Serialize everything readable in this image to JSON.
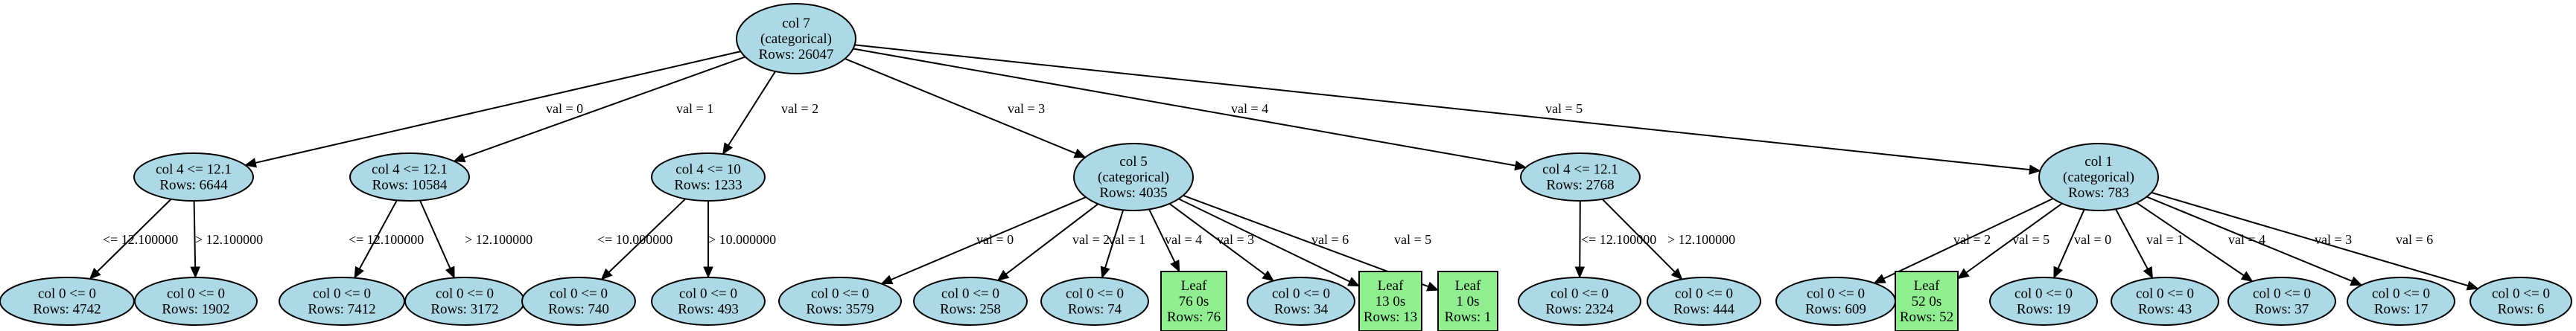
{
  "nodes": [
    {
      "id": "root",
      "shape": "ellipse",
      "lines": [
        "col 7",
        "(categorical)",
        "Rows: 26047"
      ]
    },
    {
      "id": "n1",
      "shape": "ellipse",
      "lines": [
        "col 4 <= 12.1",
        "Rows: 6644"
      ]
    },
    {
      "id": "n2",
      "shape": "ellipse",
      "lines": [
        "col 4 <= 12.1",
        "Rows: 10584"
      ]
    },
    {
      "id": "n3",
      "shape": "ellipse",
      "lines": [
        "col 4 <= 10",
        "Rows: 1233"
      ]
    },
    {
      "id": "n4",
      "shape": "ellipse",
      "lines": [
        "col 5",
        "(categorical)",
        "Rows: 4035"
      ]
    },
    {
      "id": "n5",
      "shape": "ellipse",
      "lines": [
        "col 4 <= 12.1",
        "Rows: 2768"
      ]
    },
    {
      "id": "n6",
      "shape": "ellipse",
      "lines": [
        "col 1",
        "(categorical)",
        "Rows: 783"
      ]
    },
    {
      "id": "l1",
      "shape": "ellipse",
      "lines": [
        "col 0 <= 0",
        "Rows: 4742"
      ]
    },
    {
      "id": "l2",
      "shape": "ellipse",
      "lines": [
        "col 0 <= 0",
        "Rows: 1902"
      ]
    },
    {
      "id": "l3",
      "shape": "ellipse",
      "lines": [
        "col 0 <= 0",
        "Rows: 7412"
      ]
    },
    {
      "id": "l4",
      "shape": "ellipse",
      "lines": [
        "col 0 <= 0",
        "Rows: 3172"
      ]
    },
    {
      "id": "l5",
      "shape": "ellipse",
      "lines": [
        "col 0 <= 0",
        "Rows: 740"
      ]
    },
    {
      "id": "l6",
      "shape": "ellipse",
      "lines": [
        "col 0 <= 0",
        "Rows: 493"
      ]
    },
    {
      "id": "l7",
      "shape": "ellipse",
      "lines": [
        "col 0 <= 0",
        "Rows: 3579"
      ]
    },
    {
      "id": "l8",
      "shape": "ellipse",
      "lines": [
        "col 0 <= 0",
        "Rows: 258"
      ]
    },
    {
      "id": "l9",
      "shape": "ellipse",
      "lines": [
        "col 0 <= 0",
        "Rows: 74"
      ]
    },
    {
      "id": "l10",
      "shape": "rect",
      "lines": [
        "Leaf",
        "76 0s",
        "Rows: 76"
      ]
    },
    {
      "id": "l11",
      "shape": "ellipse",
      "lines": [
        "col 0 <= 0",
        "Rows: 34"
      ]
    },
    {
      "id": "l12",
      "shape": "rect",
      "lines": [
        "Leaf",
        "13 0s",
        "Rows: 13"
      ]
    },
    {
      "id": "l13",
      "shape": "rect",
      "lines": [
        "Leaf",
        "1 0s",
        "Rows: 1"
      ]
    },
    {
      "id": "l14",
      "shape": "ellipse",
      "lines": [
        "col 0 <= 0",
        "Rows: 2324"
      ]
    },
    {
      "id": "l15",
      "shape": "ellipse",
      "lines": [
        "col 0 <= 0",
        "Rows: 444"
      ]
    },
    {
      "id": "l16",
      "shape": "ellipse",
      "lines": [
        "col 0 <= 0",
        "Rows: 609"
      ]
    },
    {
      "id": "l17",
      "shape": "rect",
      "lines": [
        "Leaf",
        "52 0s",
        "Rows: 52"
      ]
    },
    {
      "id": "l18",
      "shape": "ellipse",
      "lines": [
        "col 0 <= 0",
        "Rows: 19"
      ]
    },
    {
      "id": "l19",
      "shape": "ellipse",
      "lines": [
        "col 0 <= 0",
        "Rows: 43"
      ]
    },
    {
      "id": "l20",
      "shape": "ellipse",
      "lines": [
        "col 0 <= 0",
        "Rows: 37"
      ]
    },
    {
      "id": "l21",
      "shape": "ellipse",
      "lines": [
        "col 0 <= 0",
        "Rows: 17"
      ]
    },
    {
      "id": "l22",
      "shape": "ellipse",
      "lines": [
        "col 0 <= 0",
        "Rows: 6"
      ]
    }
  ],
  "edges": [
    {
      "from": "root",
      "to": "n1",
      "label": "val = 0"
    },
    {
      "from": "root",
      "to": "n2",
      "label": "val = 1"
    },
    {
      "from": "root",
      "to": "n3",
      "label": "val = 2"
    },
    {
      "from": "root",
      "to": "n4",
      "label": "val = 3"
    },
    {
      "from": "root",
      "to": "n5",
      "label": "val = 4"
    },
    {
      "from": "root",
      "to": "n6",
      "label": "val = 5"
    },
    {
      "from": "n1",
      "to": "l1",
      "label": "<= 12.100000"
    },
    {
      "from": "n1",
      "to": "l2",
      "label": "> 12.100000"
    },
    {
      "from": "n2",
      "to": "l3",
      "label": "<= 12.100000"
    },
    {
      "from": "n2",
      "to": "l4",
      "label": "> 12.100000"
    },
    {
      "from": "n3",
      "to": "l5",
      "label": "<= 10.000000"
    },
    {
      "from": "n3",
      "to": "l6",
      "label": "> 10.000000"
    },
    {
      "from": "n4",
      "to": "l7",
      "label": "val = 0"
    },
    {
      "from": "n4",
      "to": "l8",
      "label": "val = 2"
    },
    {
      "from": "n4",
      "to": "l9",
      "label": "val = 1"
    },
    {
      "from": "n4",
      "to": "l10",
      "label": "val = 4"
    },
    {
      "from": "n4",
      "to": "l11",
      "label": "val = 3"
    },
    {
      "from": "n4",
      "to": "l12",
      "label": "val = 6"
    },
    {
      "from": "n4",
      "to": "l13",
      "label": "val = 5"
    },
    {
      "from": "n5",
      "to": "l14",
      "label": "<= 12.100000"
    },
    {
      "from": "n5",
      "to": "l15",
      "label": "> 12.100000"
    },
    {
      "from": "n6",
      "to": "l16",
      "label": "val = 2"
    },
    {
      "from": "n6",
      "to": "l17",
      "label": "val = 5"
    },
    {
      "from": "n6",
      "to": "l18",
      "label": "val = 0"
    },
    {
      "from": "n6",
      "to": "l19",
      "label": "val = 1"
    },
    {
      "from": "n6",
      "to": "l20",
      "label": "val = 4"
    },
    {
      "from": "n6",
      "to": "l21",
      "label": "val = 3"
    },
    {
      "from": "n6",
      "to": "l22",
      "label": "val = 6"
    }
  ]
}
